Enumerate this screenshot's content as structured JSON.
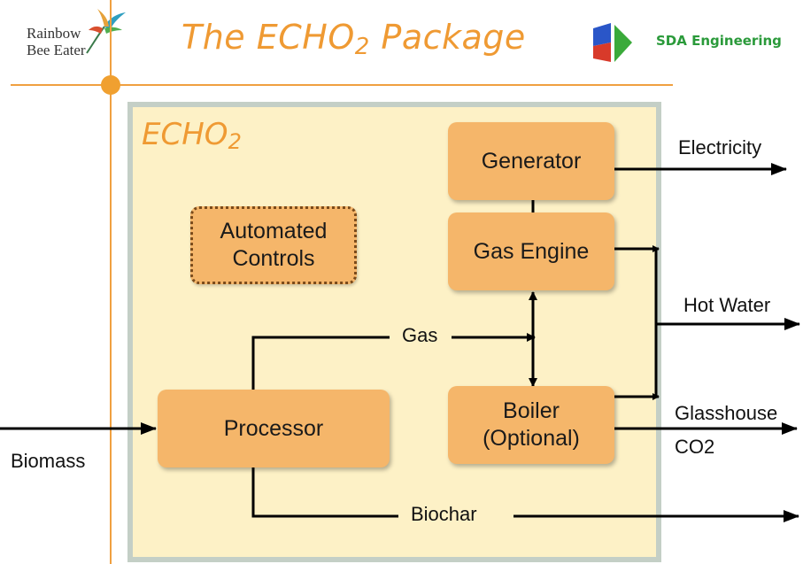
{
  "header": {
    "logo_left_line1": "Rainbow",
    "logo_left_line2": "Bee Eater",
    "logo_left_icon": "bird-icon",
    "title_main": "The ECHO",
    "title_sub": "2",
    "title_rest": " Package",
    "logo_right_icon": "sda-cube-icon",
    "logo_right_text": "SDA Engineering"
  },
  "frame": {
    "label_main": "ECHO",
    "label_sub": "2"
  },
  "boxes": {
    "generator": [
      "Generator"
    ],
    "gas_engine": [
      "Gas Engine"
    ],
    "automated_controls": [
      "Automated",
      "Controls"
    ],
    "processor": [
      "Processor"
    ],
    "boiler": [
      "Boiler",
      "(Optional)"
    ]
  },
  "flows": {
    "gas": "Gas",
    "biochar": "Biochar",
    "biomass": "Biomass",
    "electricity": "Electricity",
    "hot_water": "Hot Water",
    "glasshouse": "Glasshouse",
    "co2": "CO2"
  },
  "colors": {
    "accent_orange": "#ef9a33",
    "box_fill": "#f5b66a",
    "frame_fill": "#fdf1c6",
    "frame_border": "#c4cfc6",
    "sda_green": "#2a9a3a"
  }
}
